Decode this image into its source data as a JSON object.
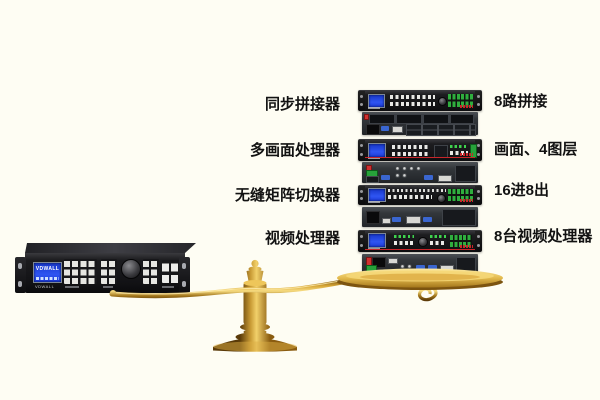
{
  "background": "#fefdf3",
  "rows": [
    {
      "label": "同步拼接器",
      "value": "8路拼接"
    },
    {
      "label": "多画面处理器",
      "value": "画面、4图层"
    },
    {
      "label": "无缝矩阵切换器",
      "value": "16进8出"
    },
    {
      "label": "视频处理器",
      "value": "8台视频处理器"
    }
  ],
  "left_device": {
    "screen_text": "VDWALL",
    "brand_text": "VDWALL"
  },
  "colors": {
    "gold_light": "#f3d46e",
    "gold_dark": "#6b4a0e",
    "lcd_blue": "#2a4ae8",
    "led_green": "#35b043",
    "accent_red": "#c8262a",
    "label_text": "#121212"
  }
}
